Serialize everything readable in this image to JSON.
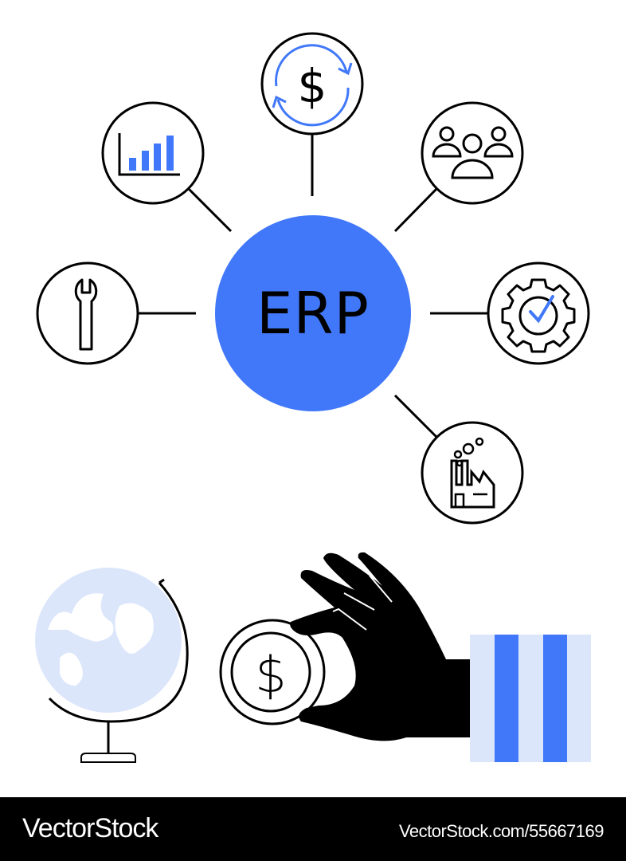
{
  "illustration": {
    "center_label": "ERP",
    "colors": {
      "accent_blue": "#4178FA",
      "light_blue": "#DCE6FB",
      "stroke": "#000000",
      "background": "#FFFFFF"
    },
    "satellite_icons": [
      {
        "name": "currency-exchange-icon",
        "position": "top"
      },
      {
        "name": "bar-chart-icon",
        "position": "top-left"
      },
      {
        "name": "team-icon",
        "position": "top-right"
      },
      {
        "name": "wrench-icon",
        "position": "left"
      },
      {
        "name": "gear-check-icon",
        "position": "right"
      },
      {
        "name": "factory-icon",
        "position": "bottom-right"
      }
    ],
    "bottom_scene": [
      "globe-icon",
      "dollar-coin-icon",
      "hand-icon",
      "striped-sleeve"
    ]
  },
  "footer": {
    "brand": "VectorStock",
    "url": "VectorStock.com/55667169"
  }
}
